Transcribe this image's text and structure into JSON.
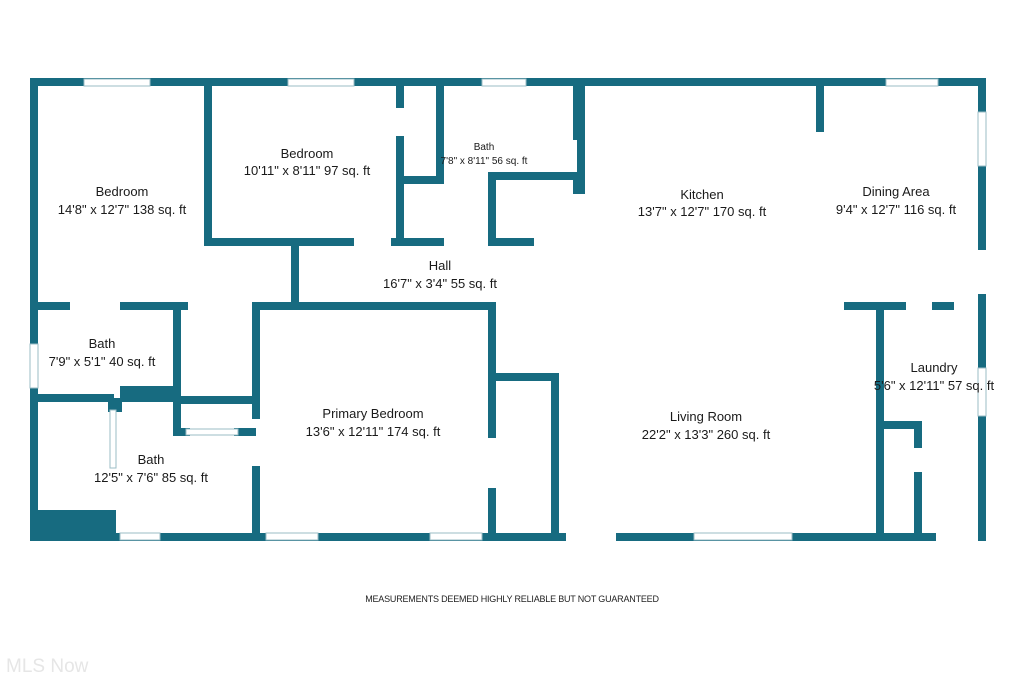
{
  "colors": {
    "wall": "#176b80",
    "window": "#cfe3ea",
    "text": "#1a1a1a"
  },
  "rooms": [
    {
      "name": "Bedroom",
      "dims": "14'8\" x 12'7\" 138 sq. ft"
    },
    {
      "name": "Bedroom",
      "dims": "10'11\" x 8'11\" 97 sq. ft"
    },
    {
      "name": "Bath",
      "dims": "7'8\" x 8'11\" 56 sq. ft"
    },
    {
      "name": "Kitchen",
      "dims": "13'7\" x 12'7\" 170 sq. ft"
    },
    {
      "name": "Dining Area",
      "dims": "9'4\" x 12'7\" 116 sq. ft"
    },
    {
      "name": "Hall",
      "dims": "16'7\" x 3'4\" 55 sq. ft"
    },
    {
      "name": "Bath",
      "dims": "7'9\" x 5'1\" 40 sq. ft"
    },
    {
      "name": "Primary Bedroom",
      "dims": "13'6\" x 12'11\" 174 sq. ft"
    },
    {
      "name": "Living Room",
      "dims": "22'2\" x 13'3\" 260 sq. ft"
    },
    {
      "name": "Laundry",
      "dims": "5'6\" x 12'11\" 57 sq. ft"
    },
    {
      "name": "Bath",
      "dims": "12'5\" x 7'6\" 85 sq. ft"
    }
  ],
  "disclaimer": "MEASUREMENTS DEEMED HIGHLY RELIABLE BUT NOT GUARANTEED",
  "watermark": "MLS Now"
}
